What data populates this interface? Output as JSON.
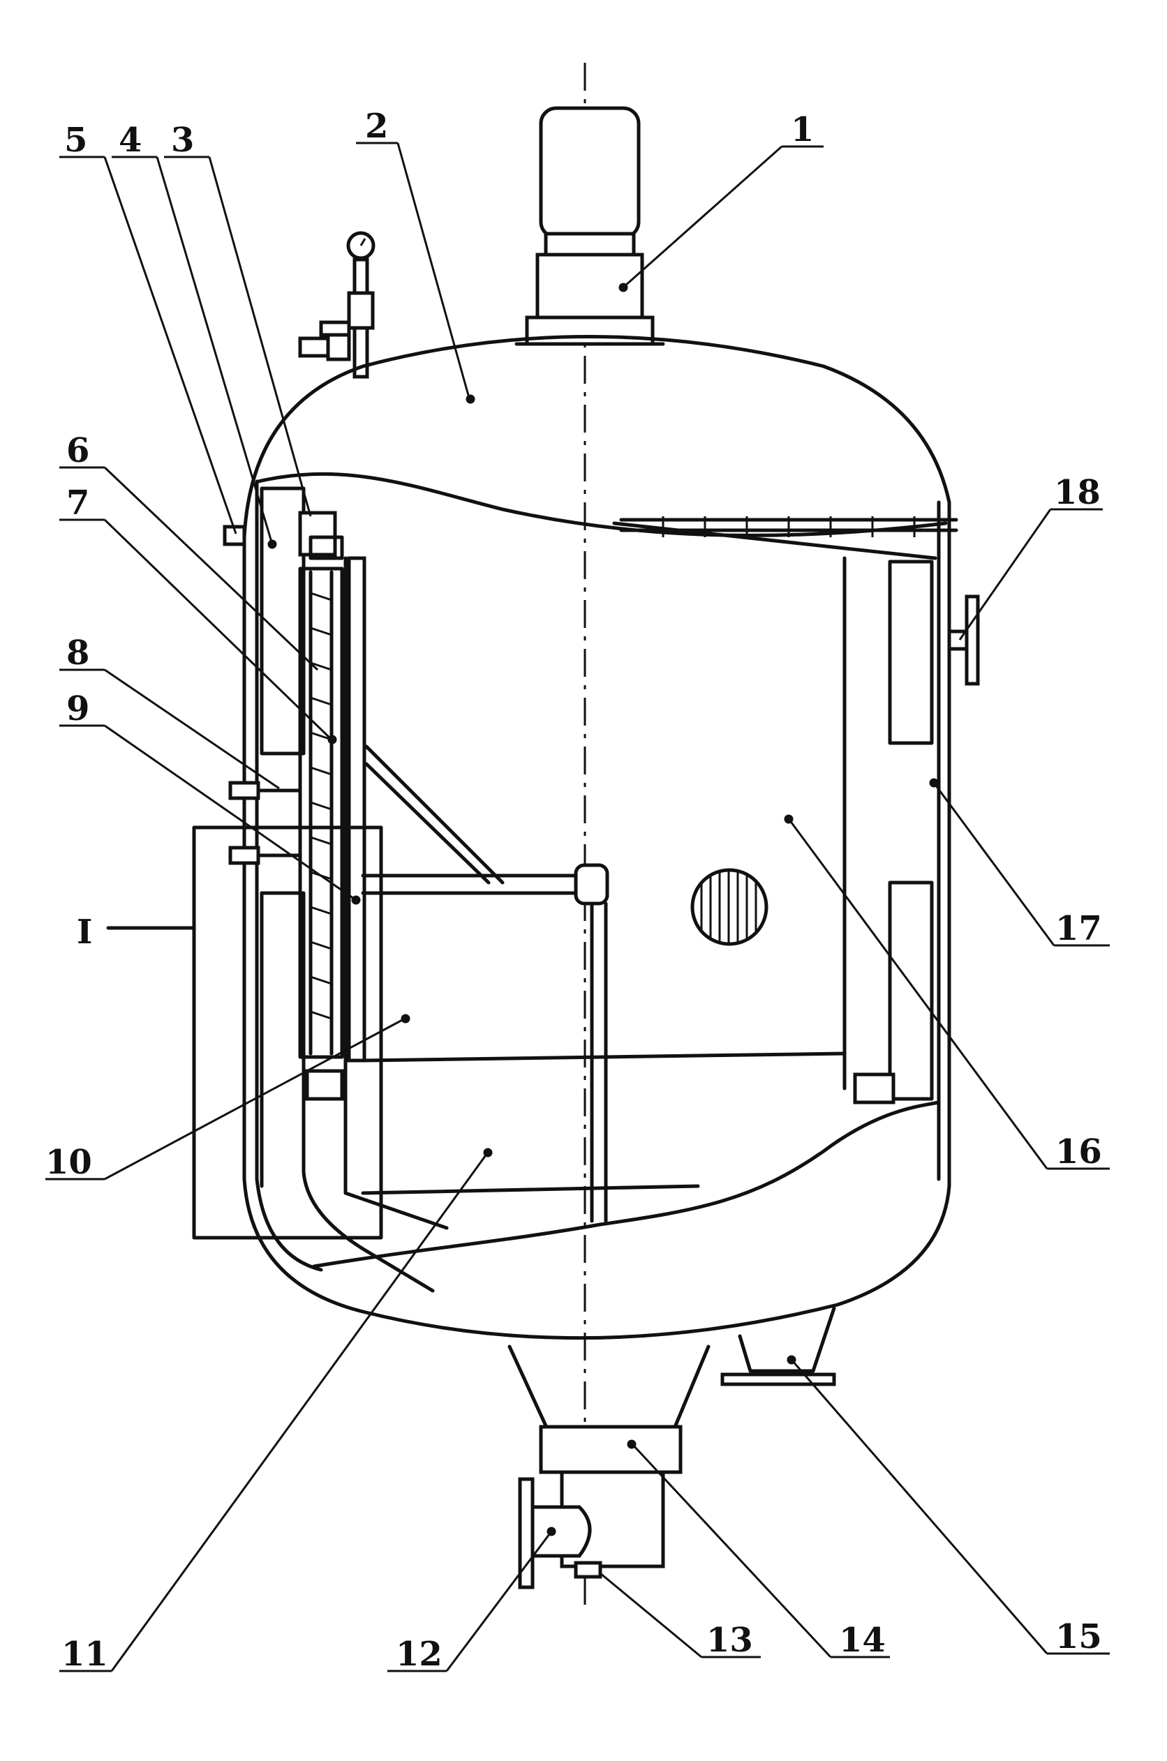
{
  "figure": {
    "callouts": [
      {
        "id": "1",
        "text": "1"
      },
      {
        "id": "2",
        "text": "2"
      },
      {
        "id": "3",
        "text": "3"
      },
      {
        "id": "4",
        "text": "4"
      },
      {
        "id": "5",
        "text": "5"
      },
      {
        "id": "6",
        "text": "6"
      },
      {
        "id": "7",
        "text": "7"
      },
      {
        "id": "8",
        "text": "8"
      },
      {
        "id": "9",
        "text": "9"
      },
      {
        "id": "10",
        "text": "10"
      },
      {
        "id": "11",
        "text": "11"
      },
      {
        "id": "12",
        "text": "12"
      },
      {
        "id": "13",
        "text": "13"
      },
      {
        "id": "14",
        "text": "14"
      },
      {
        "id": "15",
        "text": "15"
      },
      {
        "id": "16",
        "text": "16"
      },
      {
        "id": "17",
        "text": "17"
      },
      {
        "id": "18",
        "text": "18"
      }
    ],
    "detail_label": "I"
  }
}
